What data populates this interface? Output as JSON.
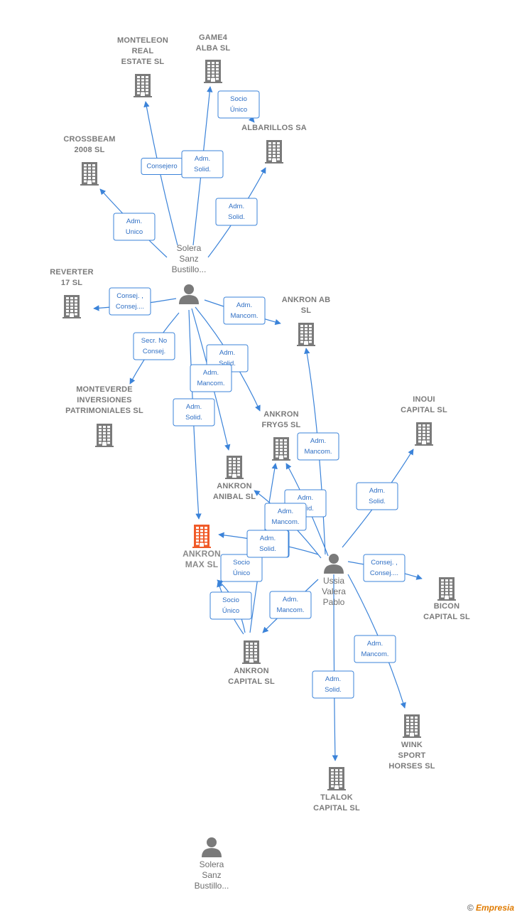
{
  "colors": {
    "edge": "#3b83d9",
    "building": "#7a7a7a",
    "focus": "#f05a28",
    "person": "#7a7a7a"
  },
  "nodes": [
    {
      "id": "monteleon",
      "type": "company",
      "lines": [
        "MONTELEON",
        "REAL",
        "ESTATE SL"
      ]
    },
    {
      "id": "game4",
      "type": "company",
      "lines": [
        "GAME4",
        "ALBA  SL"
      ]
    },
    {
      "id": "albarillos",
      "type": "company",
      "lines": [
        "ALBARILLOS SA"
      ]
    },
    {
      "id": "crossbeam",
      "type": "company",
      "lines": [
        "CROSSBEAM",
        "2008  SL"
      ]
    },
    {
      "id": "reverter",
      "type": "company",
      "lines": [
        "REVERTER",
        "17 SL"
      ]
    },
    {
      "id": "ankron_ab",
      "type": "company",
      "lines": [
        "ANKRON AB",
        "SL"
      ]
    },
    {
      "id": "monteverde",
      "type": "company",
      "lines": [
        "MONTEVERDE",
        "INVERSIONES",
        "PATRIMONIALES SL"
      ]
    },
    {
      "id": "inoui",
      "type": "company",
      "lines": [
        "INOUI",
        "CAPITAL  SL"
      ]
    },
    {
      "id": "fryg5",
      "type": "company",
      "lines": [
        "ANKRON",
        "FRYG5  SL"
      ]
    },
    {
      "id": "anibal",
      "type": "company",
      "lines": [
        "ANKRON",
        "ANIBAL  SL"
      ]
    },
    {
      "id": "max",
      "type": "focus",
      "lines": [
        "ANKRON",
        "MAX  SL"
      ]
    },
    {
      "id": "bicon",
      "type": "company",
      "lines": [
        "BICON",
        "CAPITAL  SL"
      ]
    },
    {
      "id": "ank_capital",
      "type": "company",
      "lines": [
        "ANKRON",
        "CAPITAL  SL"
      ]
    },
    {
      "id": "wink",
      "type": "company",
      "lines": [
        "WINK",
        "SPORT",
        "HORSES  SL"
      ]
    },
    {
      "id": "tlalok",
      "type": "company",
      "lines": [
        "TLALOK",
        "CAPITAL  SL"
      ]
    },
    {
      "id": "solera1",
      "type": "person",
      "lines": [
        "Solera",
        "Sanz",
        "Bustillo..."
      ]
    },
    {
      "id": "ussia",
      "type": "person",
      "lines": [
        "Ussia",
        "Valera",
        "Pablo"
      ]
    },
    {
      "id": "solera2",
      "type": "person",
      "lines": [
        "Solera",
        "Sanz",
        "Bustillo..."
      ]
    }
  ],
  "edges": [
    {
      "lines": [
        "Consejero"
      ]
    },
    {
      "lines": [
        "Adm.",
        "Solid."
      ]
    },
    {
      "lines": [
        "Socio",
        "Único"
      ]
    },
    {
      "lines": [
        "Adm.",
        "Solid."
      ]
    },
    {
      "lines": [
        "Adm.",
        "Unico"
      ]
    },
    {
      "lines": [
        "Consej. ,",
        "Consej...."
      ]
    },
    {
      "lines": [
        "Adm.",
        "Mancom."
      ]
    },
    {
      "lines": [
        "Secr.  No",
        "Consej."
      ]
    },
    {
      "lines": [
        "Adm.",
        "Solid."
      ]
    },
    {
      "lines": [
        "Adm.",
        "Mancom."
      ]
    },
    {
      "lines": [
        "Adm.",
        "Solid."
      ]
    },
    {
      "lines": [
        "Adm.",
        "Mancom."
      ]
    },
    {
      "lines": [
        "Adm.",
        "Solid."
      ]
    },
    {
      "lines": [
        "Adm.",
        "Solid."
      ]
    },
    {
      "lines": [
        "Adm.",
        "Mancom."
      ]
    },
    {
      "lines": [
        "Adm.",
        "Solid."
      ]
    },
    {
      "lines": [
        "Consej. ,",
        "Consej...."
      ]
    },
    {
      "lines": [
        "Socio",
        "Único"
      ]
    },
    {
      "lines": [
        "Socio",
        "Único"
      ]
    },
    {
      "lines": [
        "Adm.",
        "Mancom."
      ]
    },
    {
      "lines": [
        "Adm.",
        "Solid."
      ]
    },
    {
      "lines": [
        "Adm.",
        "Solid."
      ]
    },
    {
      "lines": [
        "Adm.",
        "Mancom."
      ]
    }
  ],
  "footer": {
    "copyright": "©",
    "brand": "Empresia"
  }
}
